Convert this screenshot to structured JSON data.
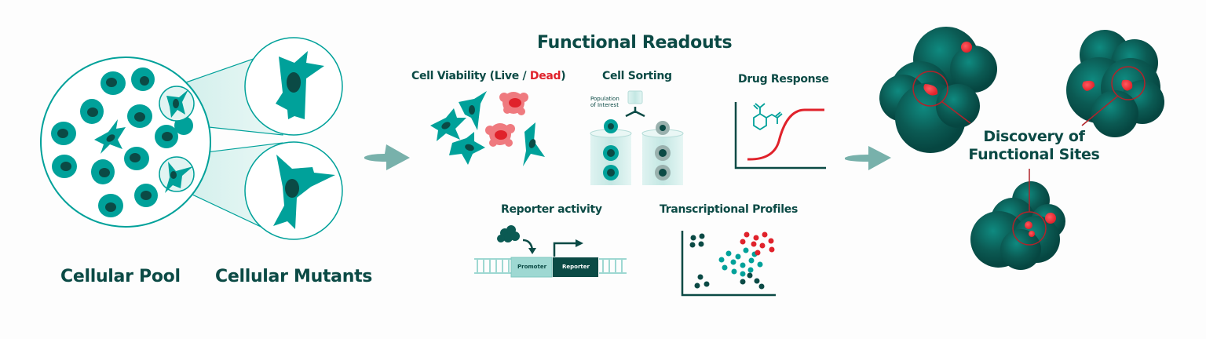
{
  "colors": {
    "teal": "#00a19a",
    "dark_teal": "#0b4a45",
    "light_teal": "#d6f0ee",
    "arrow_gray": "#78b1ab",
    "red": "#e0222b",
    "pink": "#ef7a7f",
    "gray_cell": "#9ab1ae"
  },
  "left": {
    "pool_label": "Cellular Pool",
    "mutants_label": "Cellular Mutants"
  },
  "middle": {
    "title": "Functional Readouts",
    "viability": {
      "label_main": "Cell Viability (Live / ",
      "label_dead": "Dead",
      "label_end": ")"
    },
    "sorting": {
      "label": "Cell Sorting",
      "annotation_line1": "Population",
      "annotation_line2": "of Interest"
    },
    "drug": {
      "label": "Drug Response"
    },
    "reporter": {
      "label": "Reporter activity",
      "promoter": "Promoter",
      "reporter_box": "Reporter"
    },
    "transcription": {
      "label": "Transcriptional Profiles"
    }
  },
  "right": {
    "line1": "Discovery of",
    "line2": "Functional Sites"
  }
}
